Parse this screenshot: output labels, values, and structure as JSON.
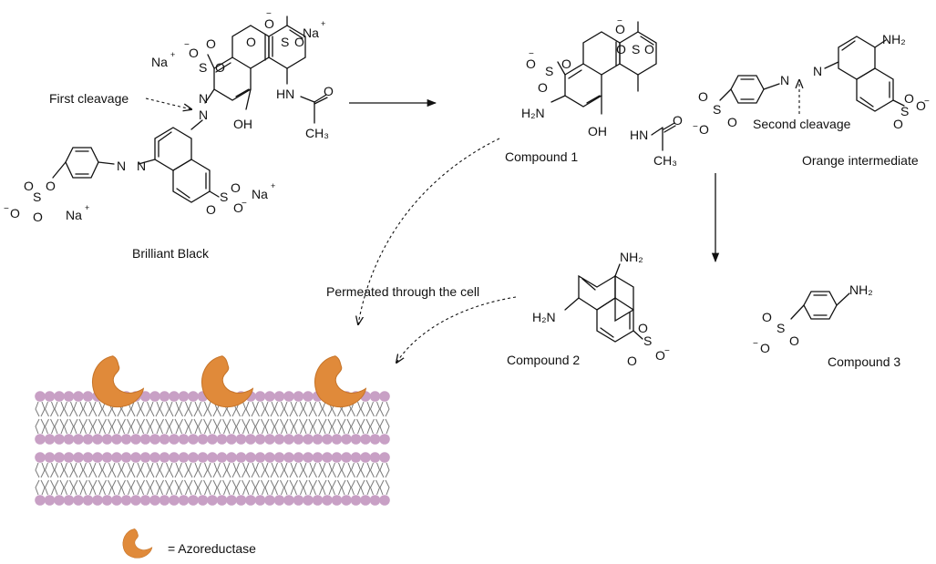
{
  "labels": {
    "first_cleavage": "First cleavage",
    "second_cleavage": "Second cleavage",
    "brilliant_black": "Brilliant Black",
    "compound1": "Compound 1",
    "compound2": "Compound 2",
    "compound3": "Compound 3",
    "orange_intermediate": "Orange intermediate",
    "permeated": "Permeated through the cell",
    "legend": "= Azoreductase"
  },
  "atoms": {
    "na": "Na",
    "plus": "+",
    "minus": "−",
    "o": "O",
    "s": "S",
    "n": "N",
    "h2n": "H₂N",
    "nh2": "NH₂",
    "oh": "OH",
    "hn": "HN",
    "ch3": "CH₃"
  },
  "colors": {
    "enzyme": "#E08A3A",
    "enzyme_shade": "#C7752A",
    "lipid_head": "#C8A0C5",
    "lipid_tail": "#7A7A7A"
  },
  "enzymes_on_membrane": 3
}
